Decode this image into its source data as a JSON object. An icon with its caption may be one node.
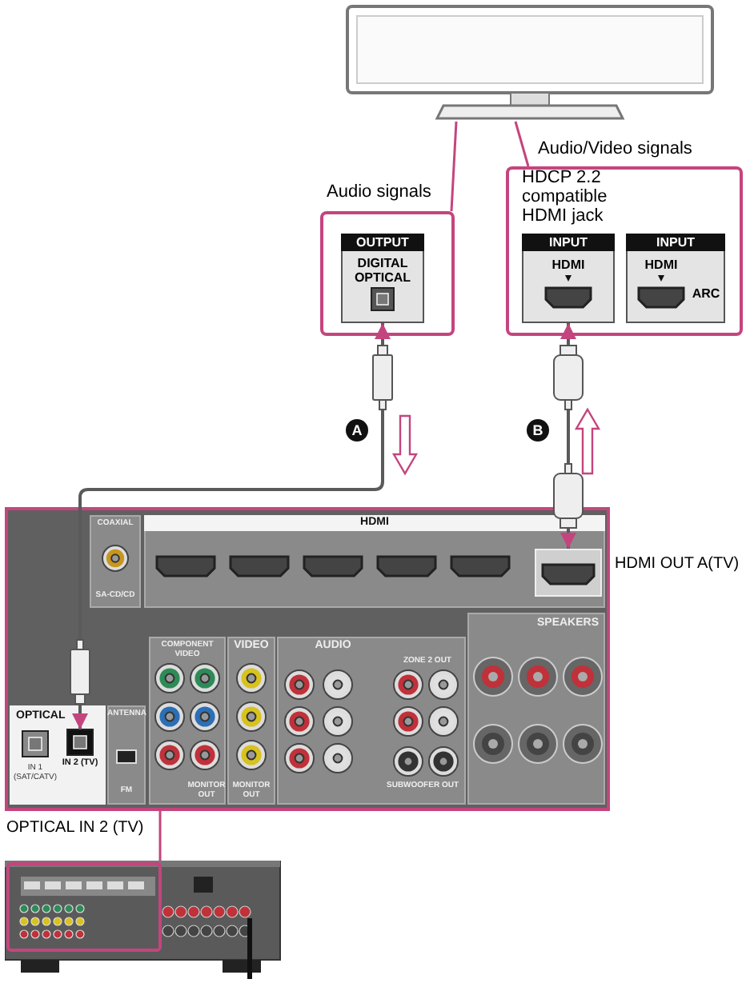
{
  "diagram": {
    "nodes": [
      {
        "text": [],
        "shape": "picture"
      },
      {
        "text": [
          "Audio signals"
        ]
      },
      {
        "text": [
          "OUTPUT",
          "DIGITAL OPTICAL"
        ],
        "in": 1
      },
      {
        "text": [
          "Audio/Video signals",
          "HDCP 2.2 compatible HDMI jack"
        ]
      },
      {
        "text": [
          "INPUT",
          "HDMI"
        ],
        "in": 3
      },
      {
        "text": [
          "INPUT",
          "HDMI",
          "ARC"
        ],
        "in": 3
      },
      {
        "text": [],
        "shape": "box"
      },
      {
        "text": [
          "COAXIAL",
          "SA-CD/CD"
        ],
        "in": 6
      },
      {
        "text": [
          "HDMI"
        ],
        "in": 6
      },
      {
        "text": [],
        "shape": "box",
        "in": 8
      },
      {
        "text": [
          "OPTICAL",
          "IN 1 (SAT/CATV)"
        ],
        "in": 6
      },
      {
        "text": [
          "IN 2 (TV)"
        ],
        "in": 10
      },
      {
        "text": [
          "ANTENNA",
          "FM"
        ],
        "in": 6
      },
      {
        "text": [
          "COMPONENT VIDEO",
          "MONITOR OUT"
        ],
        "in": 6
      },
      {
        "text": [
          "VIDEO",
          "MONITOR OUT"
        ],
        "in": 6
      },
      {
        "text": [
          "AUDIO",
          "ZONE 2 OUT",
          "SUBWOOFER OUT"
        ],
        "in": 6
      },
      {
        "text": [
          "SPEAKERS"
        ],
        "in": 6
      },
      {
        "text": [],
        "shape": "picture"
      }
    ],
    "edges": [
      {
        "from": 0,
        "to": 1,
        "arrow": "none"
      },
      {
        "from": 0,
        "to": 3,
        "arrow": "none"
      },
      {
        "from": 2,
        "to": 11,
        "arrow": "both",
        "label": "A",
        "color": "#5a5a5a"
      },
      {
        "from": 9,
        "to": 4,
        "arrow": "both",
        "label": "B",
        "color": "#5a5a5a"
      },
      {
        "from": 6,
        "to": 17,
        "arrow": "none"
      }
    ],
    "labels": [
      "HDMI OUT A(TV)",
      "OPTICAL IN 2 (TV)"
    ]
  }
}
